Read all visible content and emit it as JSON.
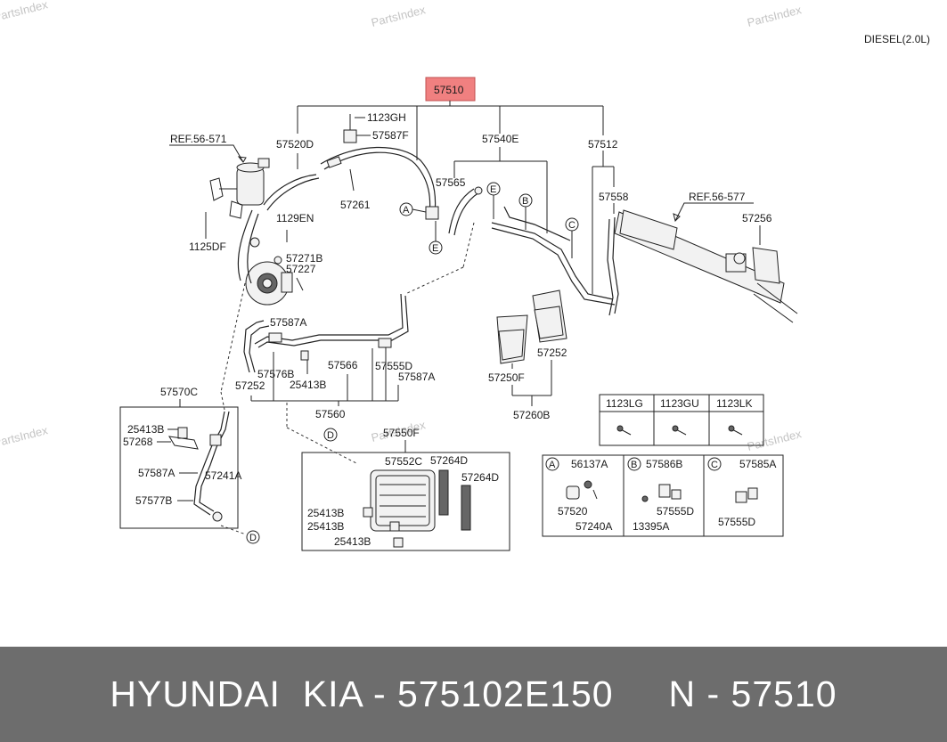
{
  "watermarks": [
    "PartsIndex",
    "PartsIndex",
    "PartsIndex",
    "PartsIndex",
    "PartsIndex"
  ],
  "engine_variant": "DIESEL(2.0L)",
  "main_part": "57510",
  "labels": {
    "ref_56_571": "REF.56-571",
    "ref_56_577": "REF.56-577",
    "p57520D": "57520D",
    "p1123GH": "1123GH",
    "p57587F": "57587F",
    "p57261": "57261",
    "p1129EN": "1129EN",
    "p57271B": "57271B",
    "p57227": "57227",
    "p1125DF": "1125DF",
    "p57540E": "57540E",
    "p57565": "57565",
    "p57512": "57512",
    "p57558": "57558",
    "p57256": "57256",
    "p57587A_1": "57587A",
    "p57576B": "57576B",
    "p57252_1": "57252",
    "p25413B_1": "25413B",
    "p57566": "57566",
    "p57555D_1": "57555D",
    "p57587A_2": "57587A",
    "p57560": "57560",
    "p57250F": "57250F",
    "p57252_2": "57252",
    "p57260B": "57260B",
    "p57570C": "57570C",
    "p25413B_2": "25413B",
    "p57268": "57268",
    "p57587A_3": "57587A",
    "p57241A": "57241A",
    "p57577B": "57577B",
    "p57550F": "57550F",
    "p57552C": "57552C",
    "p57264D_1": "57264D",
    "p57264D_2": "57264D",
    "p25413B_3": "25413B",
    "p25413B_4": "25413B",
    "p25413B_5": "25413B"
  },
  "circles": {
    "a": "A",
    "b": "B",
    "c": "C",
    "d": "D",
    "e": "E"
  },
  "bolt_table": {
    "headers": [
      "1123LG",
      "1123GU",
      "1123LK"
    ]
  },
  "detail_box": {
    "a": {
      "tag": "A",
      "parts": [
        "56137A",
        "57520",
        "57240A"
      ]
    },
    "b": {
      "tag": "B",
      "parts": [
        "57586B",
        "57555D",
        "13395A"
      ]
    },
    "c": {
      "tag": "C",
      "parts": [
        "57585A",
        "57555D"
      ]
    }
  },
  "highlight_color": "#f08080",
  "footer": {
    "text": "HYUNDAI  KIA - 575102E150     N - 57510"
  }
}
